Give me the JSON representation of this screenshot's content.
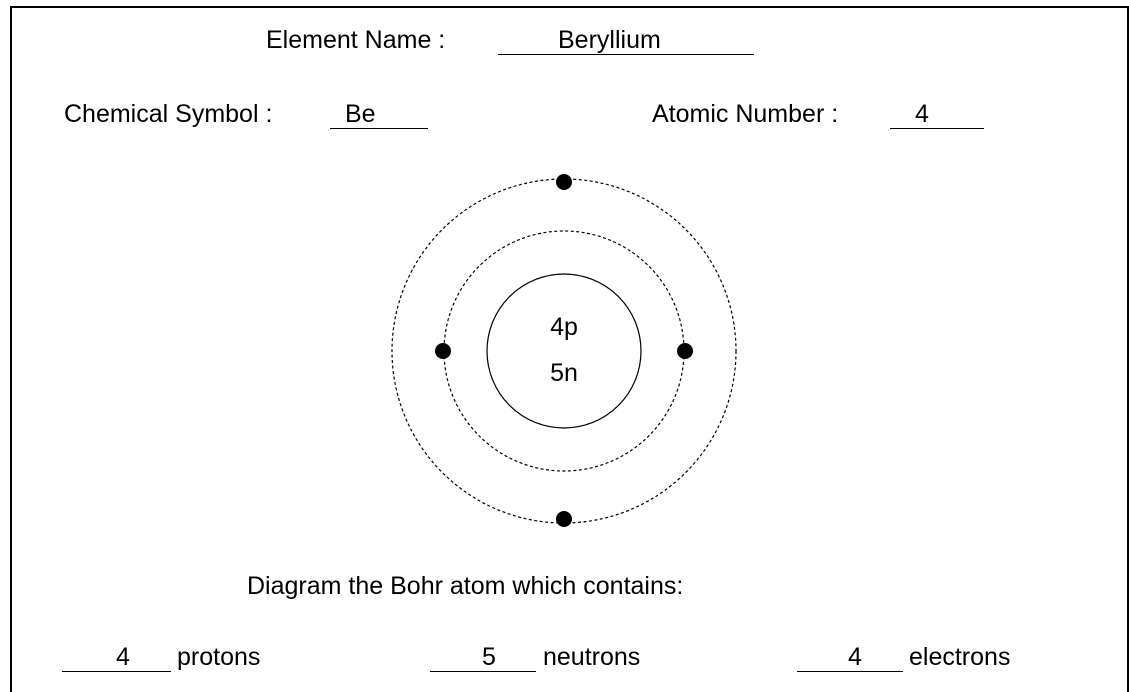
{
  "header": {
    "element_name_label": "Element Name :",
    "element_name_value": "Beryllium",
    "symbol_label": "Chemical Symbol :",
    "symbol_value": "Be",
    "atomic_number_label": "Atomic Number :",
    "atomic_number_value": "4"
  },
  "atom": {
    "nucleus_protons": "4p",
    "nucleus_neutrons": "5n",
    "shells": [
      {
        "electrons": 2
      },
      {
        "electrons": 2
      }
    ]
  },
  "instructions": "Diagram the Bohr atom which contains:",
  "counts": {
    "protons_value": "4",
    "protons_label": "protons",
    "neutrons_value": "5",
    "neutrons_label": "neutrons",
    "electrons_value": "4",
    "electrons_label": "electrons"
  }
}
